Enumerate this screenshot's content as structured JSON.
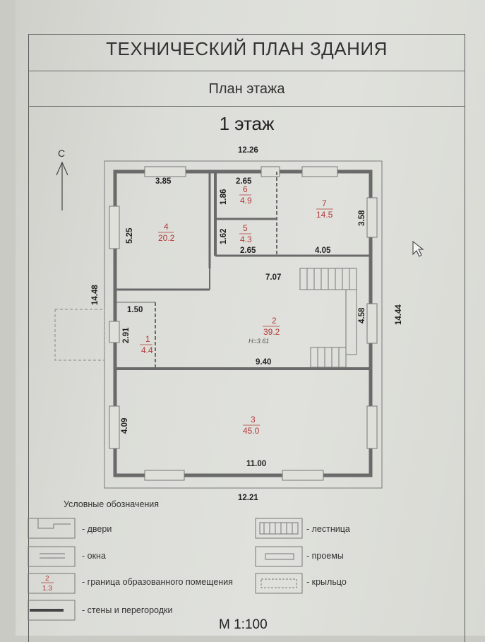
{
  "header": {
    "title": "ТЕХНИЧЕСКИЙ ПЛАН ЗДАНИЯ",
    "subtitle": "План этажа",
    "floor": "1 этаж"
  },
  "plan": {
    "north_label": "С",
    "height_note": "Н=3.61",
    "dimensions": {
      "overall_top": "12.26",
      "overall_bottom": "12.21",
      "overall_left": "14.48",
      "overall_right": "14.44",
      "room4_width": "3.85",
      "room4_height": "5.25",
      "room6_width": "2.65",
      "room6_height": "1.86",
      "room5_height": "1.62",
      "room5_width": "2.65",
      "room7_width": "4.05",
      "room7_height": "3.58",
      "hall_width": "7.07",
      "stair_height": "4.58",
      "room1_width": "1.50",
      "room1_height": "2.91",
      "hall_bottom_width": "9.40",
      "room3_height": "4.09",
      "room3_width": "11.00"
    },
    "rooms": [
      {
        "num": "1",
        "area": "4.4"
      },
      {
        "num": "2",
        "area": "39.2"
      },
      {
        "num": "3",
        "area": "45.0"
      },
      {
        "num": "4",
        "area": "20.2"
      },
      {
        "num": "5",
        "area": "4.3"
      },
      {
        "num": "6",
        "area": "4.9"
      },
      {
        "num": "7",
        "area": "14.5"
      }
    ]
  },
  "legend": {
    "title": "Условные обозначения",
    "doors": "- двери",
    "windows": "- окна",
    "room_boundary": "- граница образованного помещения",
    "walls": "- стены и перегородки",
    "stairs": "- лестница",
    "openings": "- проемы",
    "porch": "- крыльцо",
    "boundary_sample_num": "2",
    "boundary_sample_area": "1.3"
  },
  "scale": "М 1:100",
  "colors": {
    "wall": "#6a6a6a",
    "room_label": "#b13a3a",
    "paper": "#dcddd8"
  }
}
